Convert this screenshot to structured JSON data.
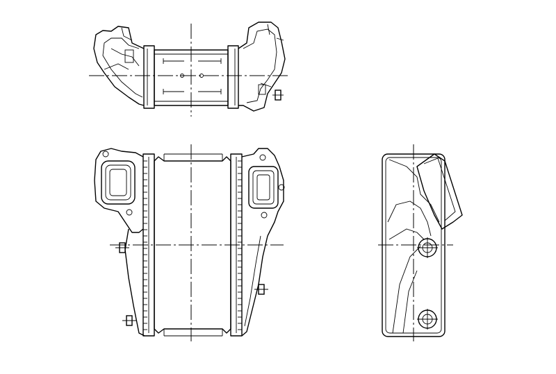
{
  "drawing": {
    "stroke_color": "#000000",
    "background": "#ffffff",
    "views": [
      "top",
      "front",
      "side"
    ]
  }
}
